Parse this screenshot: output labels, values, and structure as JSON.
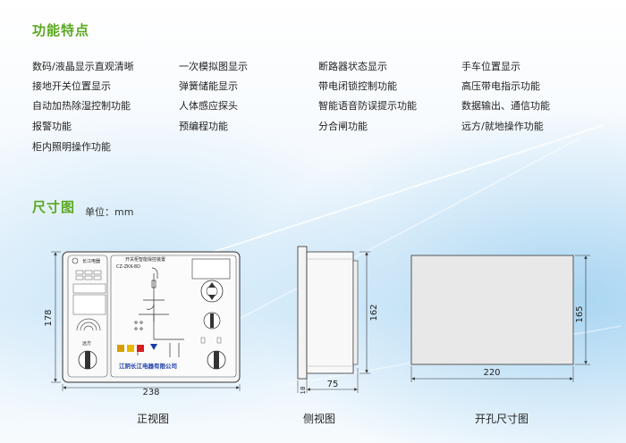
{
  "section_features": {
    "title": "功能特点"
  },
  "features": [
    "数码/液晶显示直观清晰",
    "一次模拟图显示",
    "断路器状态显示",
    "手车位置显示",
    "接地开关位置显示",
    "弹簧储能显示",
    "带电闭锁控制功能",
    "高压带电指示功能",
    "自动加热除湿控制功能",
    "人体感应探头",
    "智能语音防误提示功能",
    "数据输出、通信功能",
    "报警功能",
    "预编程功能",
    "分合闸功能",
    "远方/就地操作功能",
    "柜内照明操作功能"
  ],
  "section_dimensions": {
    "title": "尺寸图",
    "unit_label": "单位：mm"
  },
  "front_view": {
    "caption": "正视图",
    "width_dim": "238",
    "height_dim": "178",
    "panel_title": "开关柜智能操控装置",
    "model": "CZ-ZKK-8D",
    "brand": "长江电器",
    "company": "江阴长江电器有限公司"
  },
  "side_view": {
    "caption": "侧视图",
    "depth_dim": "75",
    "height_dim": "162",
    "flange_dim": "18"
  },
  "cutout_view": {
    "caption": "开孔尺寸图",
    "width_dim": "220",
    "height_dim": "165"
  },
  "colors": {
    "title_green": "#5aa820",
    "cutout_fill": "#e8e8e8"
  }
}
